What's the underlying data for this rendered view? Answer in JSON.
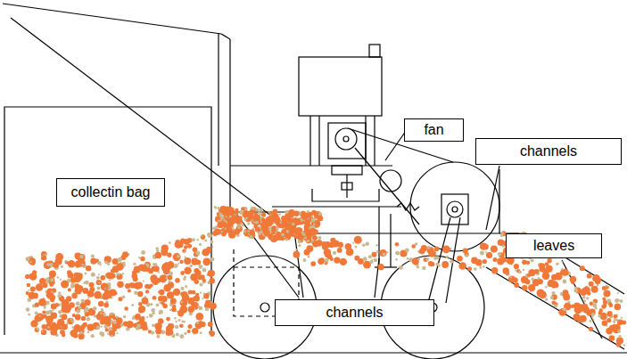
{
  "diagram": {
    "nodes": [
      {
        "text": [
          "fan"
        ]
      },
      {
        "text": [
          "channels"
        ]
      },
      {
        "text": [
          "collectin bag"
        ]
      },
      {
        "text": [
          "leaves"
        ]
      },
      {
        "text": [
          "channels"
        ]
      }
    ]
  }
}
